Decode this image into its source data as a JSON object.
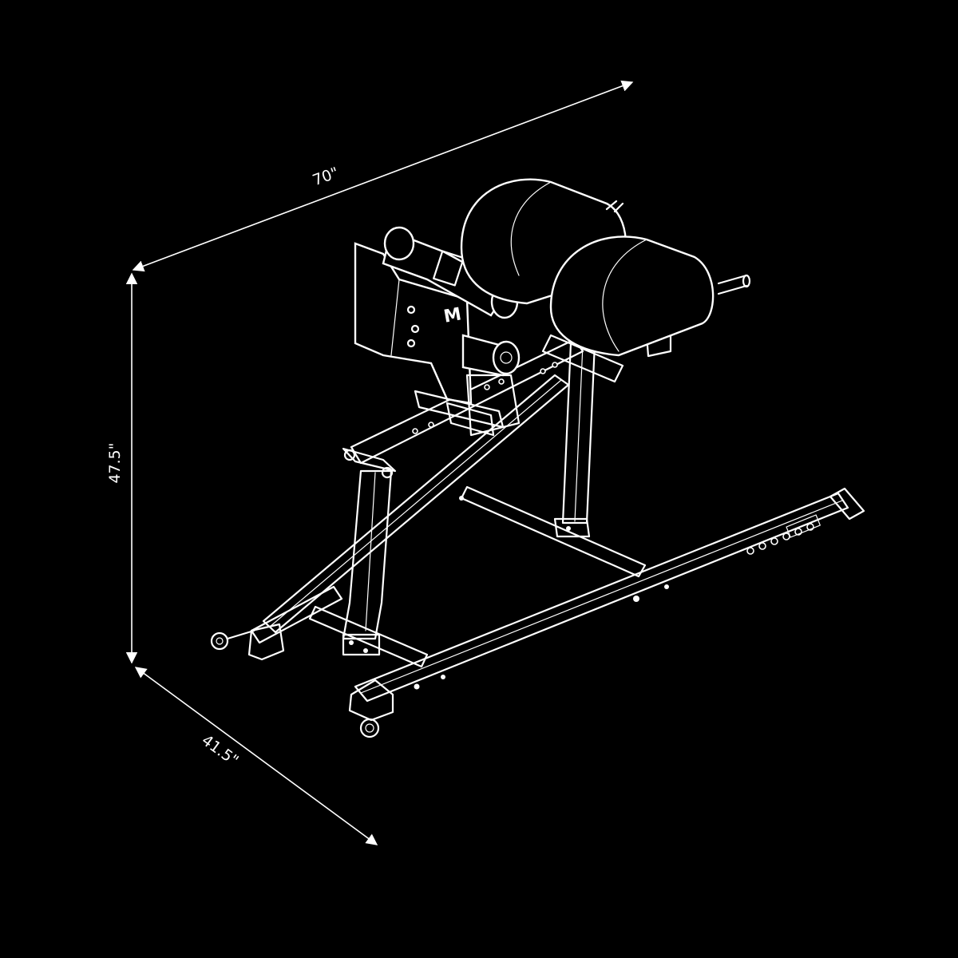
{
  "dimensions": {
    "width": {
      "label": "70\""
    },
    "height": {
      "label": "47.5\""
    },
    "depth": {
      "label": "41.5\""
    }
  },
  "product": {
    "logo_mark": "M"
  },
  "colors": {
    "background": "#000000",
    "line": "#ffffff"
  }
}
